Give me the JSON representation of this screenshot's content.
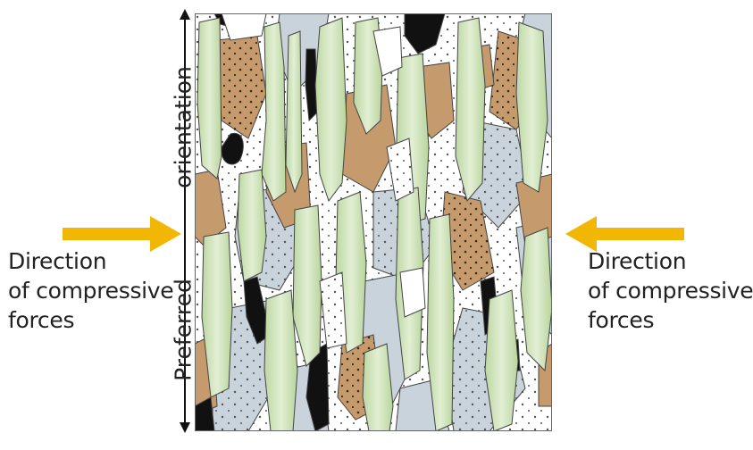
{
  "labels": {
    "left": {
      "line1": "Direction",
      "line2": "of compressive",
      "line3": "forces"
    },
    "right": {
      "line1": "Direction",
      "line2": "of compressive",
      "line3": "forces"
    },
    "axis_top": "orientation",
    "axis_bottom": "Preferred"
  },
  "colors": {
    "arrow": "#f2b705",
    "green": "#cfe3b9",
    "green_dark": "#b5d29a",
    "tan": "#c59a6c",
    "grey": "#c9d3db",
    "white": "#ffffff",
    "black": "#111111",
    "outline": "#444444"
  }
}
